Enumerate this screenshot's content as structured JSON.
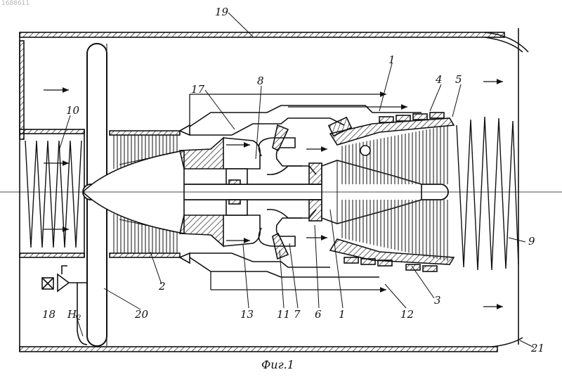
{
  "stamp": "1688611",
  "caption": "Фиг.1",
  "callouts": [
    {
      "id": "19",
      "text": "19"
    },
    {
      "id": "1a",
      "text": "1"
    },
    {
      "id": "8",
      "text": "8"
    },
    {
      "id": "4",
      "text": "4"
    },
    {
      "id": "5",
      "text": "5"
    },
    {
      "id": "17",
      "text": "17"
    },
    {
      "id": "10",
      "text": "10"
    },
    {
      "id": "9",
      "text": "9"
    },
    {
      "id": "2",
      "text": "2"
    },
    {
      "id": "3",
      "text": "3"
    },
    {
      "id": "18",
      "text": "18"
    },
    {
      "id": "h2",
      "text": "H",
      "sub": "2"
    },
    {
      "id": "20",
      "text": "20"
    },
    {
      "id": "13",
      "text": "13"
    },
    {
      "id": "11",
      "text": "11"
    },
    {
      "id": "7",
      "text": "7"
    },
    {
      "id": "6",
      "text": "6"
    },
    {
      "id": "1b",
      "text": "1"
    },
    {
      "id": "12",
      "text": "12"
    },
    {
      "id": "21",
      "text": "21"
    }
  ]
}
